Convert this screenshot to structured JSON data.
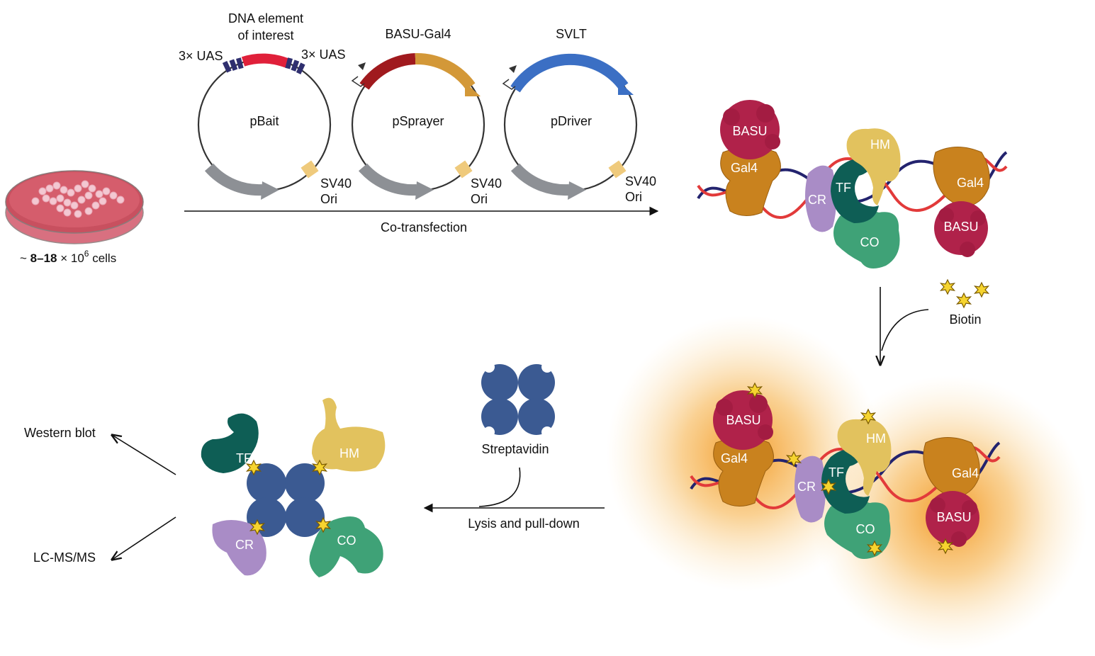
{
  "cells": {
    "prefix": "~ ",
    "count_bold": "8–18",
    "times": " × 10",
    "exponent": "6",
    "suffix": " cells"
  },
  "plasmids": [
    {
      "name": "pBait",
      "top_label_line1": "DNA element",
      "top_label_line2": "of interest",
      "left_uas": "3× UAS",
      "right_uas": "3× UAS",
      "ori_line1": "SV40",
      "ori_line2": "Ori"
    },
    {
      "name": "pSprayer",
      "top_label": "BASU-Gal4",
      "ori_line1": "SV40",
      "ori_line2": "Ori"
    },
    {
      "name": "pDriver",
      "top_label": "SVLT",
      "ori_line1": "SV40",
      "ori_line2": "Ori"
    }
  ],
  "steps": {
    "cotransfection": "Co-transfection",
    "biotin": "Biotin",
    "lysis": "Lysis and pull-down",
    "streptavidin": "Streptavidin"
  },
  "complex_top": {
    "basu_left": "BASU",
    "gal4_left": "Gal4",
    "cr": "CR",
    "tf": "TF",
    "hm": "HM",
    "co": "CO",
    "gal4_right": "Gal4",
    "basu_right": "BASU"
  },
  "complex_bottom": {
    "basu_left": "BASU",
    "gal4_left": "Gal4",
    "cr": "CR",
    "tf": "TF",
    "hm": "HM",
    "co": "CO",
    "gal4_right": "Gal4",
    "basu_right": "BASU"
  },
  "pulldown": {
    "tf": "TF",
    "hm": "HM",
    "cr": "CR",
    "co": "CO"
  },
  "outputs": {
    "western": "Western blot",
    "lcms": "LC-MS/MS"
  },
  "colors": {
    "basu": "#b0224a",
    "gal4": "#c9821e",
    "tf": "#0e5e55",
    "hm": "#e2c25e",
    "cr": "#a98cc6",
    "co": "#3fa277",
    "streptavidin": "#3b5a92",
    "biotin": "#f6d42f",
    "dna_red": "#e23a3a",
    "dna_navy": "#23236e",
    "plasmid_red": "#e0203a",
    "plasmid_darkred": "#a01a1e",
    "plasmid_orange": "#d39838",
    "plasmid_blue": "#3b6fc4",
    "plasmid_gray": "#8d9095",
    "ori": "#efca7c",
    "dish": "#cc6070"
  }
}
